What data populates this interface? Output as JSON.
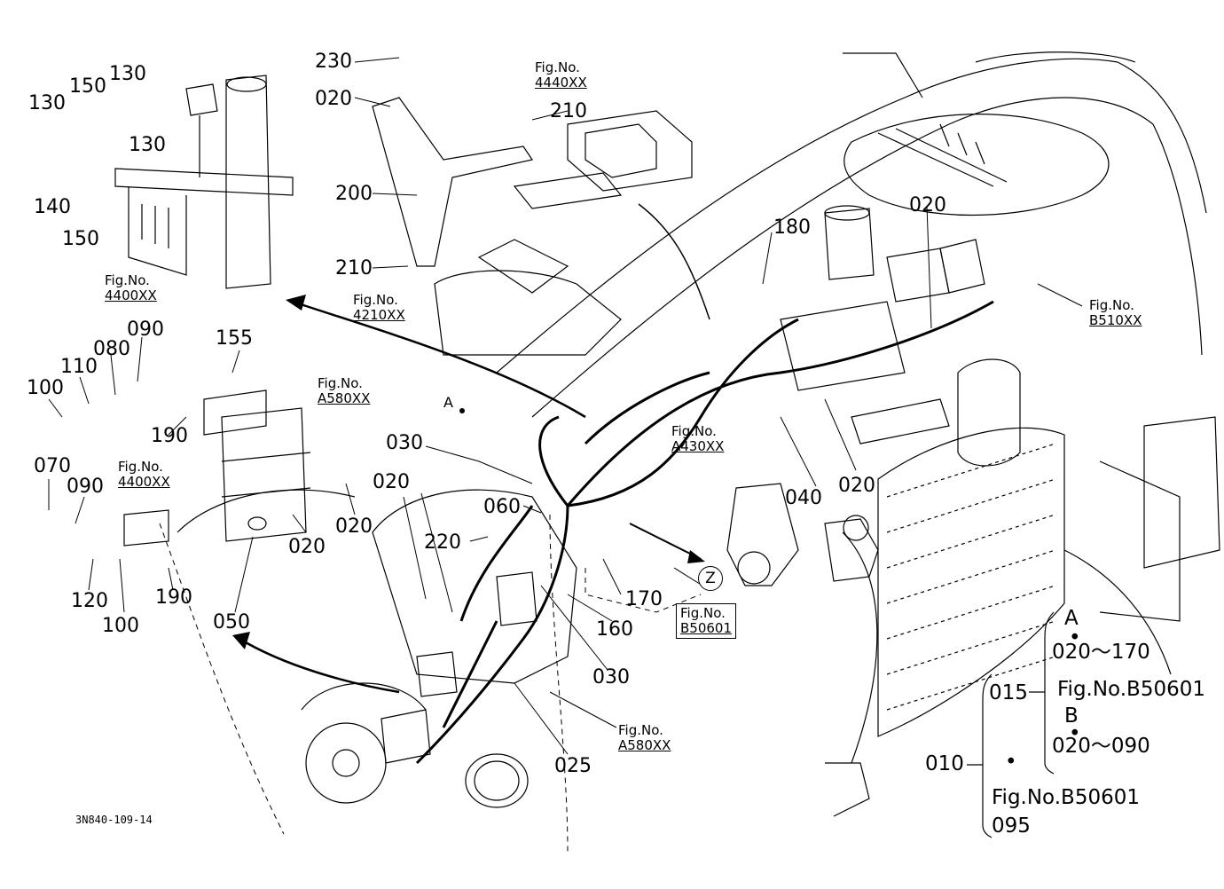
{
  "part_numbers": {
    "p230": "230",
    "p020_top": "020",
    "p210_top": "210",
    "p200": "200",
    "p210_mid": "210",
    "p130_a": "130",
    "p150_a": "150",
    "p130_b": "130",
    "p130_c": "130",
    "p140": "140",
    "p150_b": "150",
    "p155": "155",
    "p090_a": "090",
    "p080": "080",
    "p110": "110",
    "p100_a": "100",
    "p190_a": "190",
    "p070": "070",
    "p090_b": "090",
    "p120": "120",
    "p100_b": "100",
    "p190_b": "190",
    "p050": "050",
    "p020_l1": "020",
    "p020_l2": "020",
    "p030_a": "030",
    "p020_c": "020",
    "p220": "220",
    "p060": "060",
    "p170": "170",
    "p160": "160",
    "p030_b": "030",
    "p025": "025",
    "p180": "180",
    "p020_r1": "020",
    "p040": "040",
    "p020_r2": "020"
  },
  "figure_refs": {
    "f4440": {
      "head": "Fig.No.",
      "num": "4440XX"
    },
    "f4400_top": {
      "head": "Fig.No.",
      "num": "4400XX"
    },
    "f4210": {
      "head": "Fig.No.",
      "num": "4210XX"
    },
    "fA580_top": {
      "head": "Fig.No.",
      "num": "A580XX"
    },
    "f4400_mid": {
      "head": "Fig.No.",
      "num": "4400XX"
    },
    "fA430": {
      "head": "Fig.No.",
      "num": "A430XX"
    },
    "fB510": {
      "head": "Fig.No.",
      "num": "B510XX"
    },
    "fB50601": {
      "head": "Fig.No.",
      "num": "B50601"
    },
    "fA580_bot": {
      "head": "Fig.No.",
      "num": "A580XX"
    }
  },
  "markers": {
    "a": "A",
    "z": "Z"
  },
  "legend": {
    "a": "A",
    "range_a": "020～170",
    "fig_a": "Fig.No.B50601",
    "b": "B",
    "range_b": "020～090",
    "item015": "015",
    "item010": "010",
    "fig_c": "Fig.No.B50601",
    "item095": "095"
  },
  "drawing_code": "3N840-109-14"
}
